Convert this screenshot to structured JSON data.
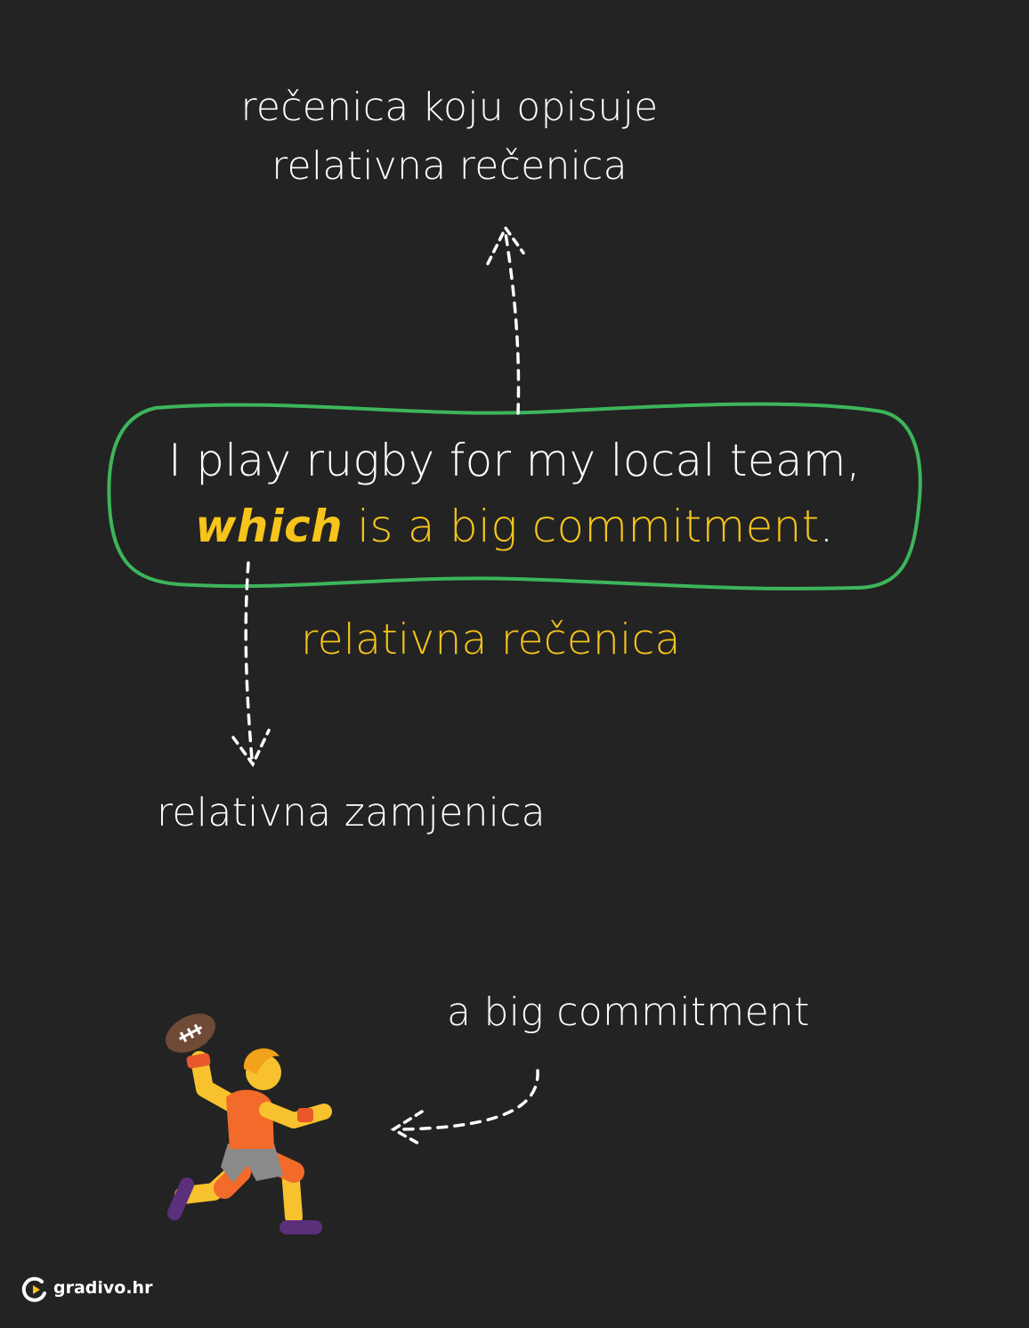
{
  "labels": {
    "described_sentence_line1": "rečenica koju opisuje",
    "described_sentence_line2": "relativna rečenica",
    "relative_clause": "relativna rečenica",
    "relative_pronoun": "relativna zamjenica",
    "commitment": "a big commitment"
  },
  "sentence": {
    "line1": "I play rugby for my local team,",
    "pronoun": "which",
    "clause_rest": " is a big commitment",
    "period": "."
  },
  "brand": {
    "name": "gradivo.hr"
  },
  "icons": {
    "player": "rugby-player-icon",
    "logo": "gradivo-logo-icon"
  },
  "colors": {
    "background": "#232323",
    "highlight": "#f6c41b",
    "outline": "#3db55b",
    "text": "#ffffff"
  }
}
